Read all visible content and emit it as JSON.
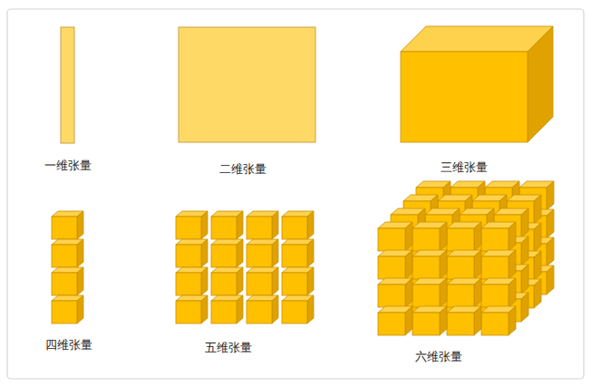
{
  "diagram": {
    "labels": [
      "一维张量",
      "二维张量",
      "三维张量",
      "四维张量",
      "五维张量",
      "六维张量"
    ]
  }
}
